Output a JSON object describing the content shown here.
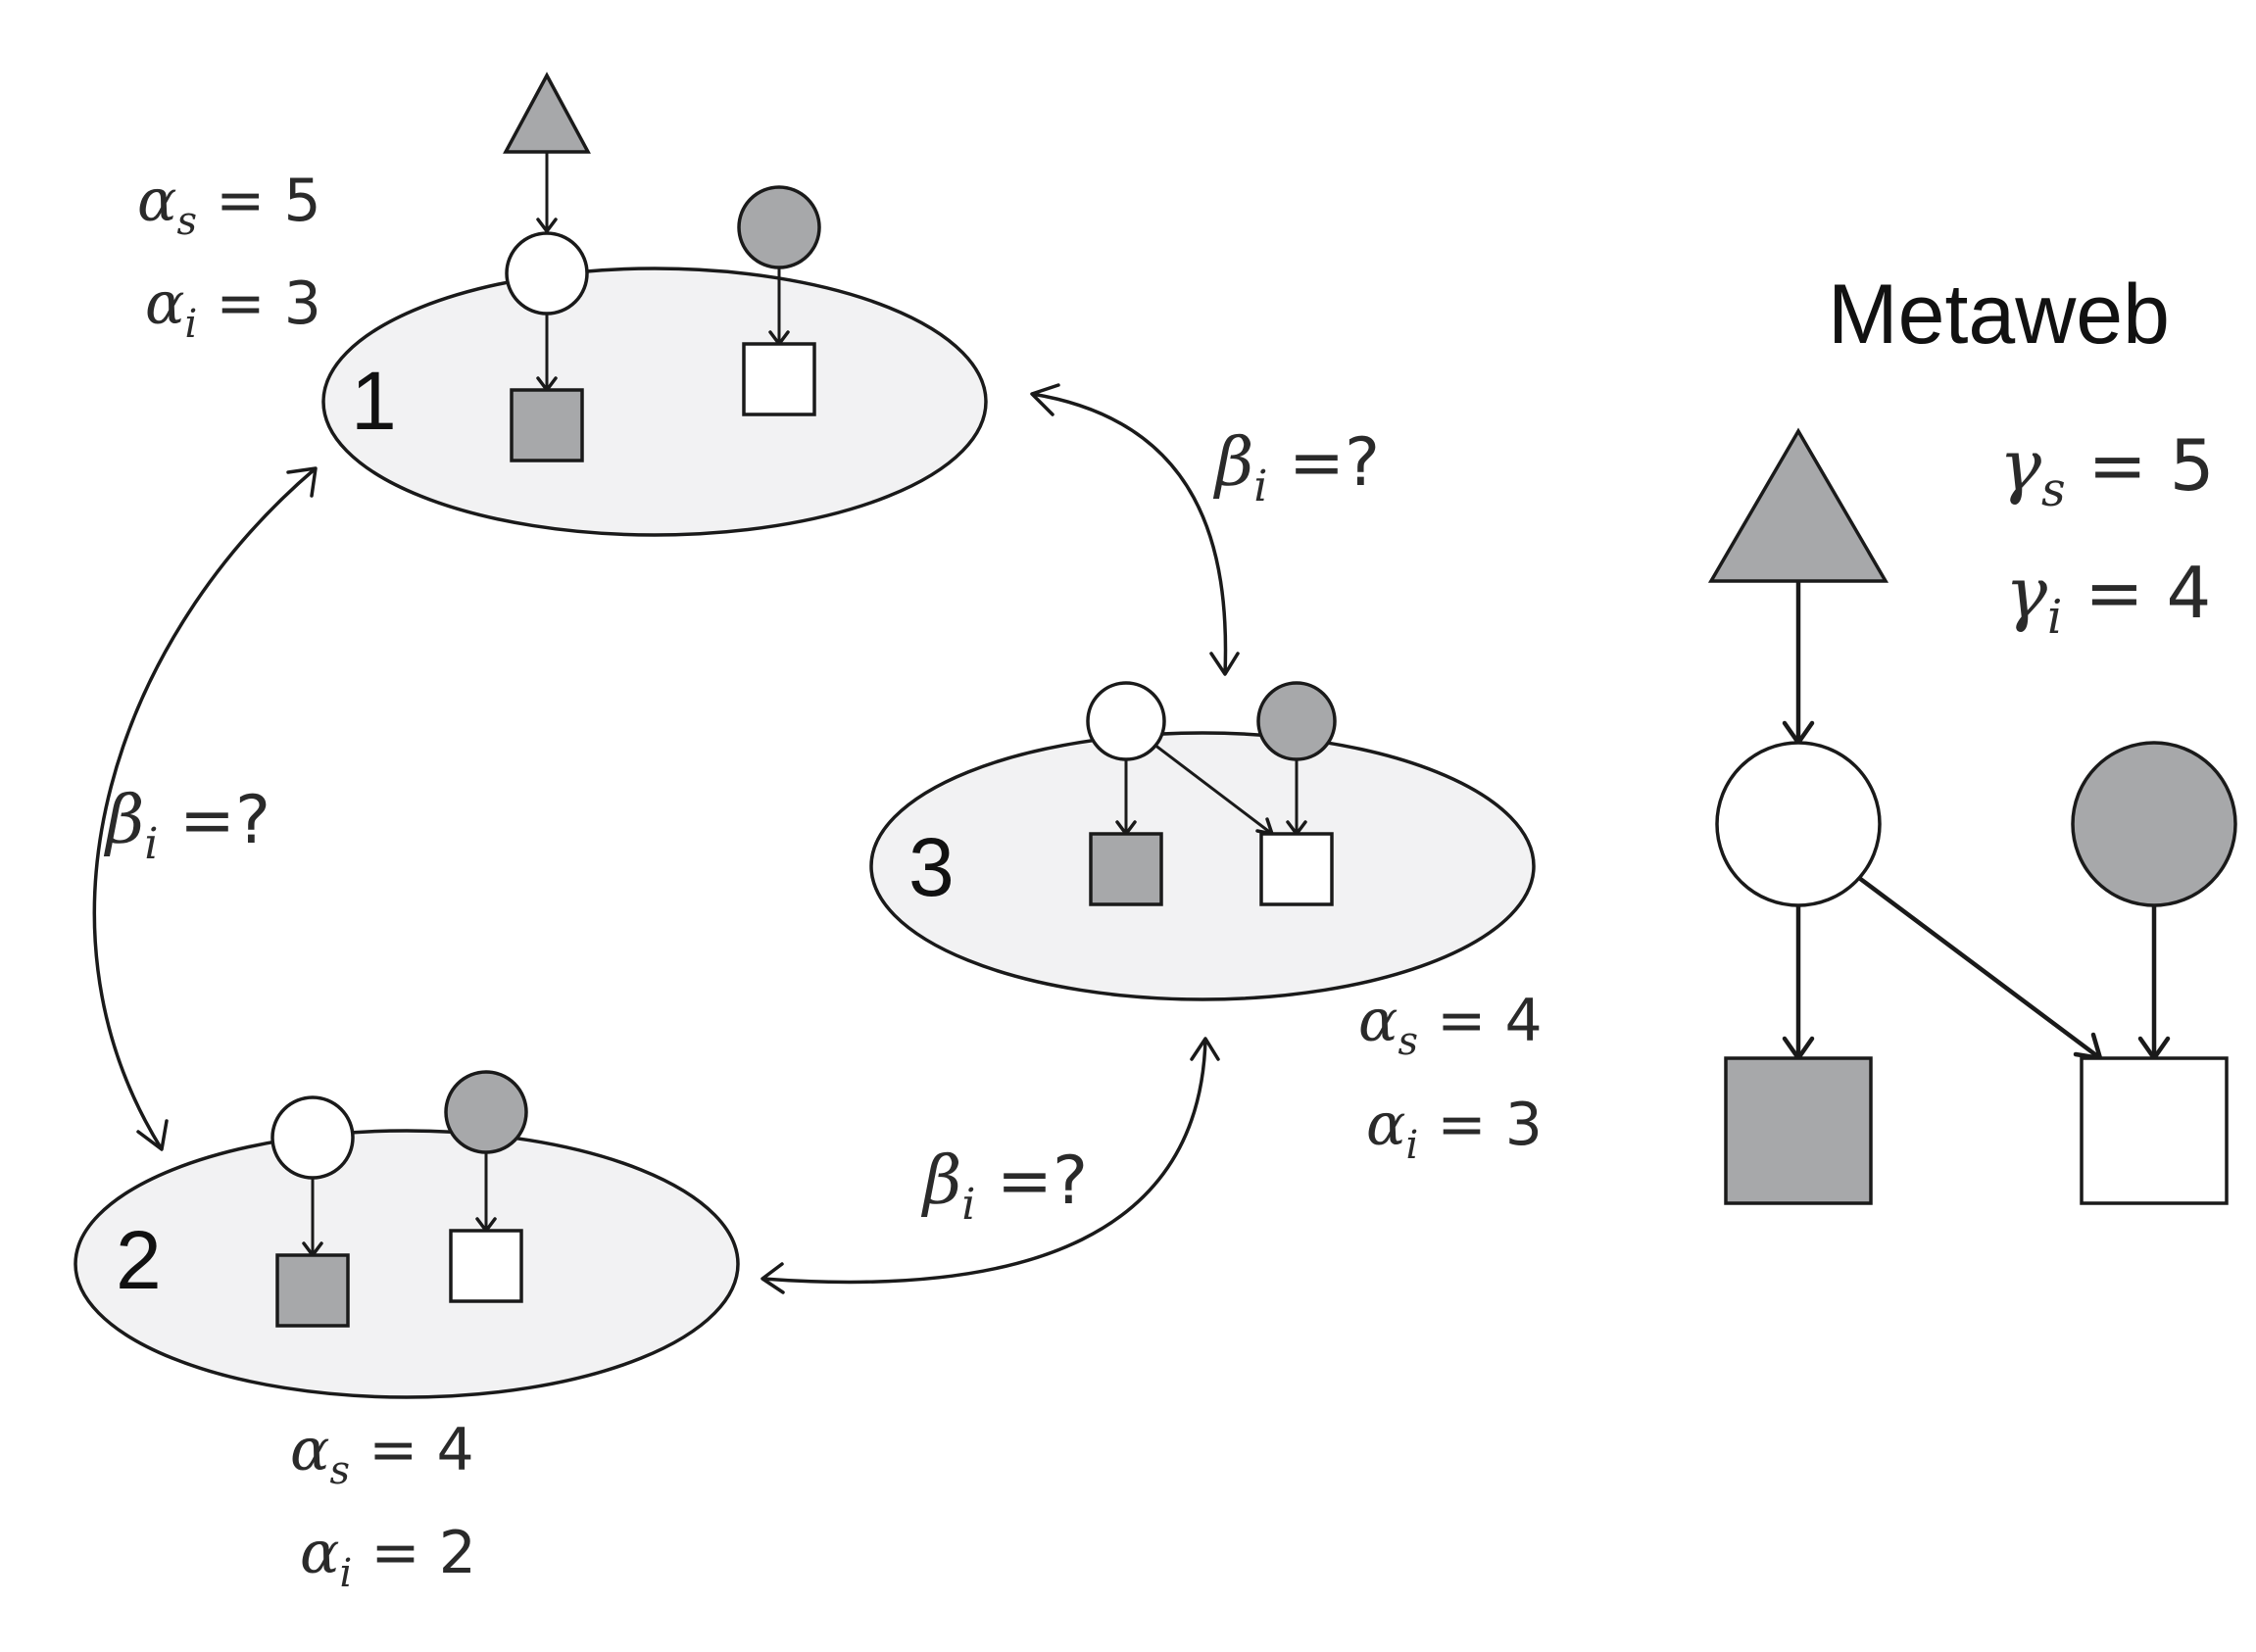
{
  "title": "Metaweb",
  "sites": [
    {
      "label": "1",
      "alpha_s": "α_s = 5",
      "alpha_i": "α_i = 3"
    },
    {
      "label": "2",
      "alpha_s": "α_s = 4",
      "alpha_i": "α_i = 2"
    },
    {
      "label": "3",
      "alpha_s": "α_s = 4",
      "alpha_i": "α_i = 3"
    }
  ],
  "symbols": {
    "alpha": "α",
    "beta": "β",
    "gamma": "γ",
    "sub_s": "s",
    "sub_i": "i",
    "eq": " = ",
    "eq_q": " =?"
  },
  "site1": {
    "label": "1",
    "as_val": "5",
    "ai_val": "3"
  },
  "site2": {
    "label": "2",
    "as_val": "4",
    "ai_val": "2"
  },
  "site3": {
    "label": "3",
    "as_val": "4",
    "ai_val": "3"
  },
  "metaweb": {
    "gs_val": "5",
    "gi_val": "4"
  },
  "beta_question": "=?",
  "colors": {
    "grey_node": "#a7a8aa",
    "ellipse_fill": "#f2f2f3",
    "stroke": "#1a1a1a"
  }
}
